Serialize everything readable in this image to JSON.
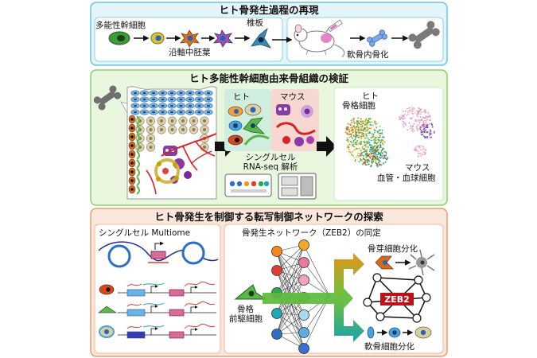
{
  "panel1": {
    "title": "ヒト骨発生過程の再現",
    "labels": {
      "pluripotent": "多能性幹細胞",
      "paraxial": "沿軸中胚葉",
      "sclerotome": "椎板",
      "endochondral": "軟骨内骨化"
    }
  },
  "panel2": {
    "title": "ヒト多能性幹細胞由来骨組織の検証",
    "labels": {
      "human": "ヒト",
      "mouse": "マウス",
      "scrna1": "シングルセル",
      "scrna2": "RNA-seq 解析",
      "human_skeletal1": "ヒト",
      "human_skeletal2": "骨格細胞",
      "mouse_vessel1": "マウス",
      "mouse_vessel2": "血管・血球細胞"
    }
  },
  "panel3": {
    "title": "ヒト骨発生を制御する転写制御ネットワークの探索",
    "labels": {
      "multiome": "シングルセル Multiome",
      "network_title": "骨発生ネットワーク（ZEB2）の同定",
      "osteoblast": "骨芽細胞分化",
      "progenitor1": "骨格",
      "progenitor2": "前駆細胞",
      "zeb2": "ZEB2",
      "chondrocyte": "軟骨細胞分化"
    }
  },
  "colors": {
    "panel1_fill": "#e3f4fb",
    "panel1_border": "#6cc3e4",
    "panel2_fill": "#e9f7df",
    "panel2_border": "#8ccf6a",
    "panel3_fill": "#fbe8dc",
    "panel3_border": "#ec9d74",
    "zeb2_red": "#b8141b",
    "orange_arrow": "#e6941d",
    "teal_arrow": "#1aa3ad",
    "green_arrow": "#4fb83a"
  }
}
